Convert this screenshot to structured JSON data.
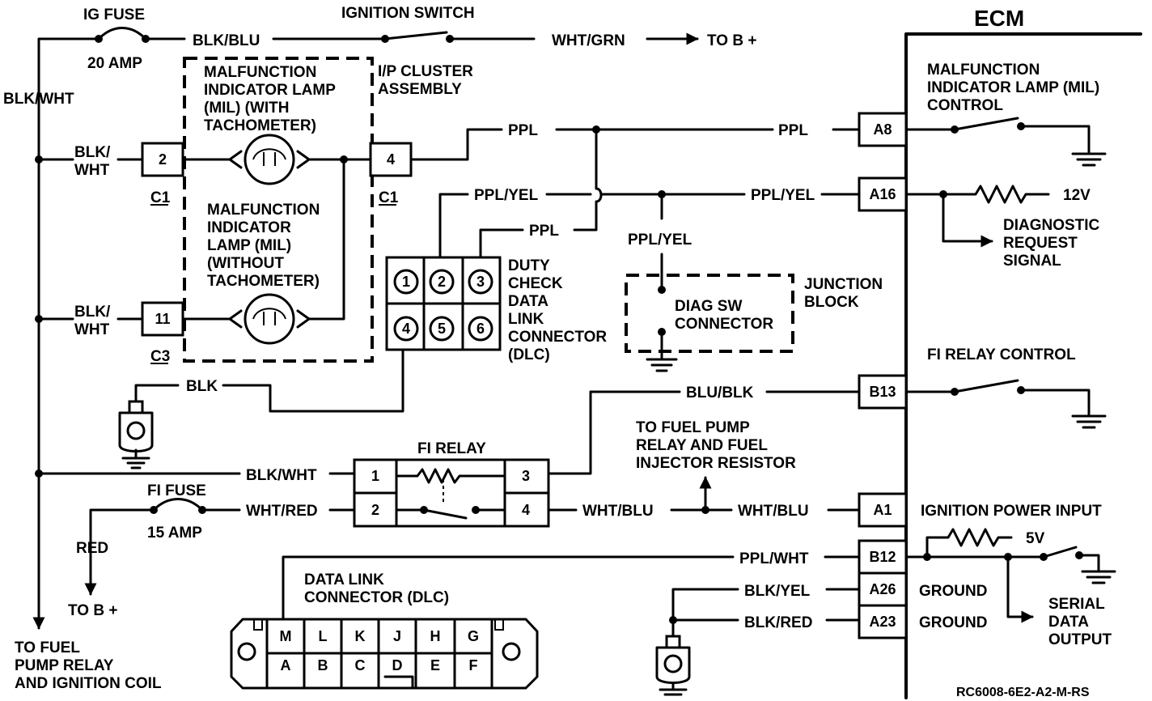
{
  "ecm": "ECM",
  "ig_fuse": "IG FUSE",
  "ig_fuse_amp": "20 AMP",
  "ignition_switch": "IGNITION SWITCH",
  "to_b_plus_top": "TO B +",
  "wires": {
    "blk_blu": "BLK/BLU",
    "wht_grn": "WHT/GRN",
    "blk_wht_main": "BLK/WHT",
    "blk_wht_c1": [
      "BLK/",
      "WHT"
    ],
    "blk_wht_c3": [
      "BLK/",
      "WHT"
    ],
    "ppl_1": "PPL",
    "ppl_2": "PPL",
    "ppl_3": "PPL",
    "ppl_yel_1": "PPL/YEL",
    "ppl_yel_2": "PPL/YEL",
    "ppl_yel_3": "PPL/YEL",
    "blk": "BLK",
    "blu_blk": "BLU/BLK",
    "blk_wht_relay": "BLK/WHT",
    "wht_red": "WHT/RED",
    "wht_blu_1": "WHT/BLU",
    "wht_blu_2": "WHT/BLU",
    "red": "RED",
    "ppl_wht": "PPL/WHT",
    "blk_yel": "BLK/YEL",
    "blk_red": "BLK/RED"
  },
  "connectors": {
    "c1_pin2": "2",
    "c1_pin4": "4",
    "c3_pin11": "11",
    "c1_label_left": "C1",
    "c1_label_right": "C1",
    "c3_label": "C3"
  },
  "mil_tach": [
    "MALFUNCTION",
    "INDICATOR LAMP",
    "(MIL) (WITH",
    "TACHOMETER)"
  ],
  "mil_no_tach": [
    "MALFUNCTION",
    "INDICATOR",
    "LAMP (MIL)",
    "(WITHOUT",
    "TACHOMETER)"
  ],
  "ip_cluster": [
    "I/P CLUSTER",
    "ASSEMBLY"
  ],
  "duty_dlc": [
    "DUTY",
    "CHECK",
    "DATA",
    "LINK",
    "CONNECTOR",
    "(DLC)"
  ],
  "duty_pins": [
    "1",
    "2",
    "3",
    "4",
    "5",
    "6"
  ],
  "diag_sw": [
    "DIAG SW",
    "CONNECTOR"
  ],
  "junction_block": [
    "JUNCTION",
    "BLOCK"
  ],
  "ecm_pins": [
    "A8",
    "A16",
    "B13",
    "A1",
    "B12",
    "A26",
    "A23"
  ],
  "mil_control": [
    "MALFUNCTION",
    "INDICATOR LAMP (MIL)",
    "CONTROL"
  ],
  "v12": "12V",
  "diag_request": [
    "DIAGNOSTIC",
    "REQUEST",
    "SIGNAL"
  ],
  "fi_relay_control": "FI RELAY CONTROL",
  "fi_relay": "FI RELAY",
  "relay_pins": [
    "1",
    "2",
    "3",
    "4"
  ],
  "to_fuel_pump_relay_resistor": [
    "TO FUEL PUMP",
    "RELAY AND FUEL",
    "INJECTOR RESISTOR"
  ],
  "fi_fuse": "FI FUSE",
  "fi_fuse_amp": "15 AMP",
  "to_b_plus_bottom": "TO B +",
  "ignition_power_input": "IGNITION POWER INPUT",
  "v5": "5V",
  "ground_1": "GROUND",
  "ground_2": "GROUND",
  "serial_data": [
    "SERIAL",
    "DATA",
    "OUTPUT"
  ],
  "dlc_label": [
    "DATA LINK",
    "CONNECTOR (DLC)"
  ],
  "dlc_top_pins": [
    "M",
    "L",
    "K",
    "J",
    "H",
    "G"
  ],
  "dlc_bottom_pins": [
    "A",
    "B",
    "C",
    "D",
    "E",
    "F"
  ],
  "to_fuel_pump_relay_ign": [
    "TO FUEL",
    "PUMP RELAY",
    "AND IGNITION COIL"
  ],
  "ref_code": "RC6008-6E2-A2-M-RS"
}
